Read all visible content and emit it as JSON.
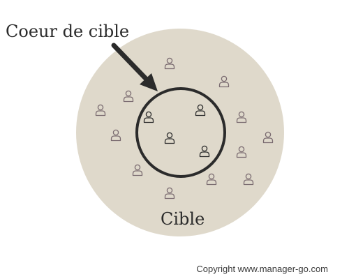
{
  "labels": {
    "core": "Coeur de cible",
    "target": "Cible",
    "copyright": "Copyright www.manager-go.com"
  },
  "colors": {
    "outer_disc": "#dfd9cb",
    "core_ring": "#2b2b2b",
    "arrow": "#2b2b2b",
    "person_outside": "#7a6b70",
    "person_inside": "#2b2b2b"
  },
  "icons": {
    "person": "person-outline-icon",
    "arrow": "arrow-icon"
  }
}
